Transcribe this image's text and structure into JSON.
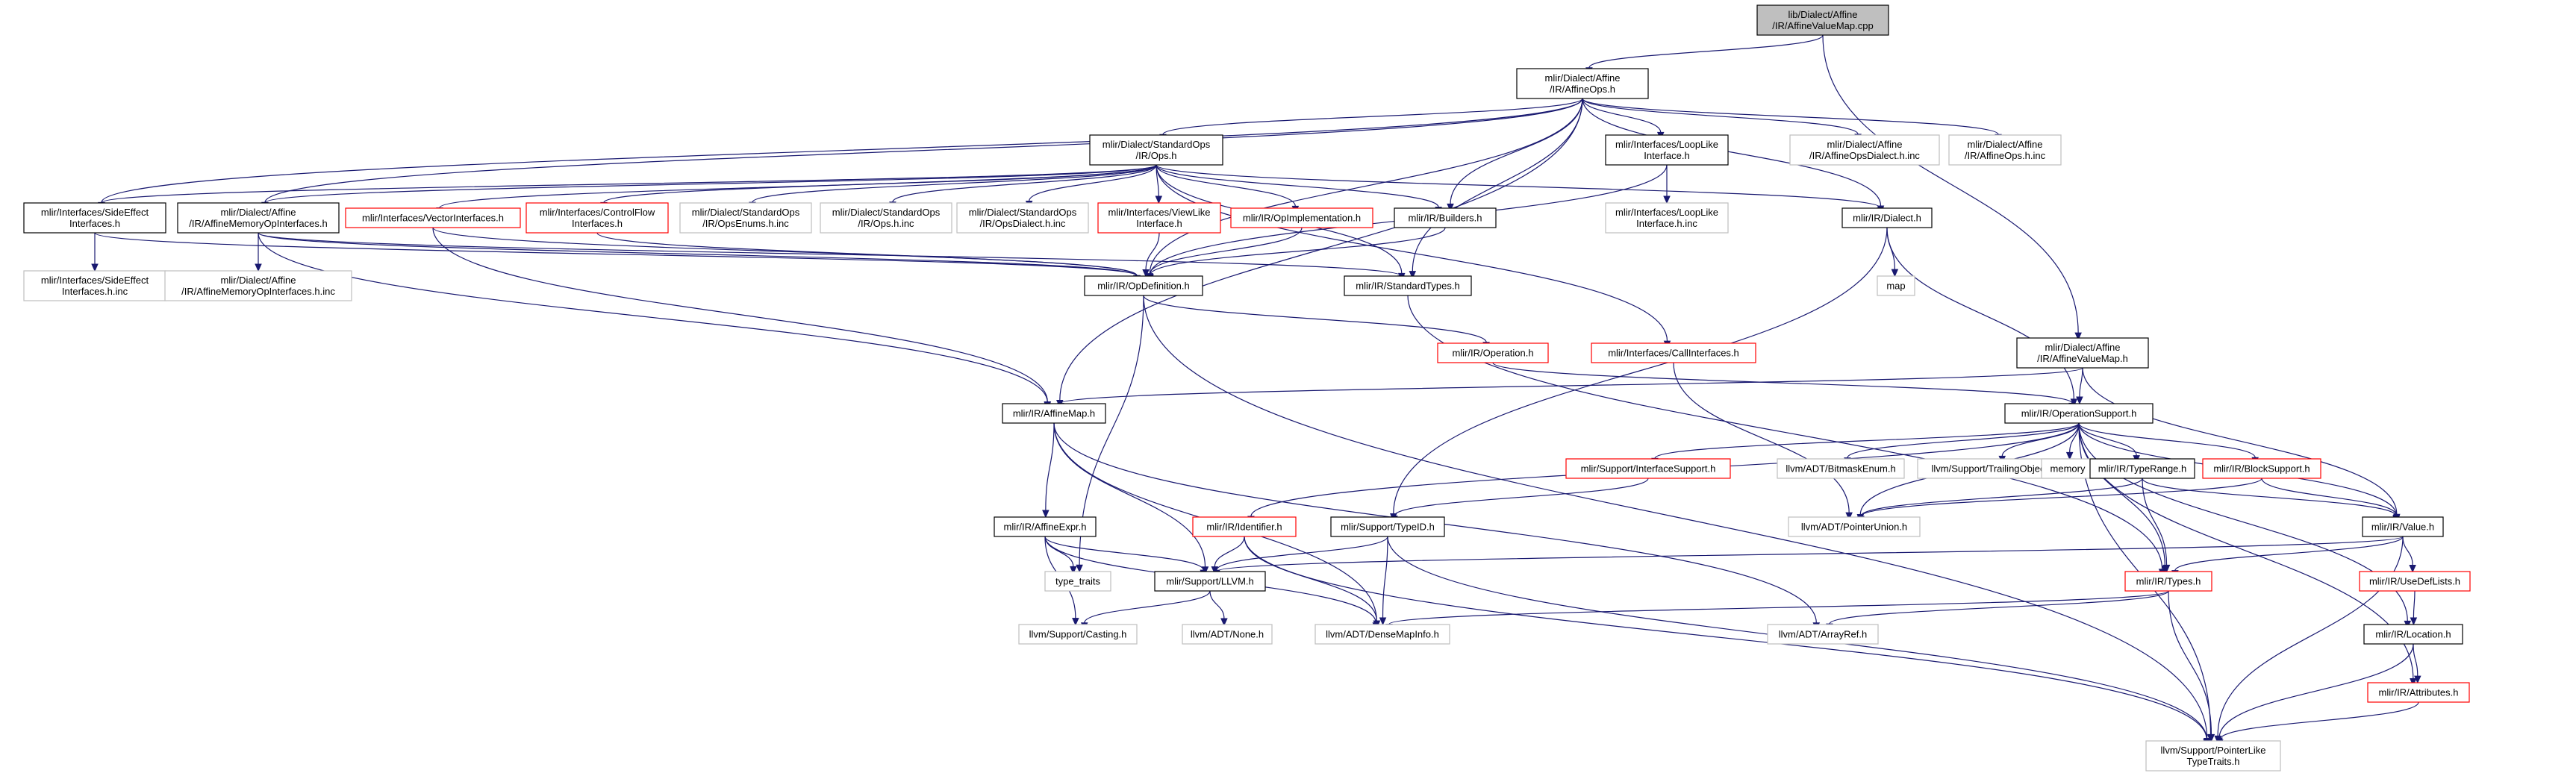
{
  "graph": {
    "style": {
      "edge_color": "#191970",
      "root_fill": "#bfbfbf",
      "default_border": "#000000",
      "truncated_border": "#ff0000",
      "missing_border": "#bfbfbf"
    },
    "nodes": [
      {
        "id": "root",
        "lines": [
          "lib/Dialect/Affine",
          "/IR/AffineValueMap.cpp"
        ],
        "kind": "root"
      },
      {
        "id": "affineops",
        "lines": [
          "mlir/Dialect/Affine",
          "/IR/AffineOps.h"
        ],
        "kind": "normal"
      },
      {
        "id": "stdops",
        "lines": [
          "mlir/Dialect/StandardOps",
          "/IR/Ops.h"
        ],
        "kind": "normal"
      },
      {
        "id": "looplike",
        "lines": [
          "mlir/Interfaces/LoopLike",
          "Interface.h"
        ],
        "kind": "normal"
      },
      {
        "id": "affineopsdialectinc",
        "lines": [
          "mlir/Dialect/Affine",
          "/IR/AffineOpsDialect.h.inc"
        ],
        "kind": "missing"
      },
      {
        "id": "affineopshinc",
        "lines": [
          "mlir/Dialect/Affine",
          "/IR/AffineOps.h.inc"
        ],
        "kind": "missing"
      },
      {
        "id": "sideeffect",
        "lines": [
          "mlir/Interfaces/SideEffect",
          "Interfaces.h"
        ],
        "kind": "normal"
      },
      {
        "id": "affinememop",
        "lines": [
          "mlir/Dialect/Affine",
          "/IR/AffineMemoryOpInterfaces.h"
        ],
        "kind": "normal"
      },
      {
        "id": "vectorif",
        "lines": [
          "mlir/Interfaces/VectorInterfaces.h"
        ],
        "kind": "truncated"
      },
      {
        "id": "controlflow",
        "lines": [
          "mlir/Interfaces/ControlFlow",
          "Interfaces.h"
        ],
        "kind": "truncated"
      },
      {
        "id": "opsenumsinc",
        "lines": [
          "mlir/Dialect/StandardOps",
          "/IR/OpsEnums.h.inc"
        ],
        "kind": "missing"
      },
      {
        "id": "opshinc",
        "lines": [
          "mlir/Dialect/StandardOps",
          "/IR/Ops.h.inc"
        ],
        "kind": "missing"
      },
      {
        "id": "opsdialectinc",
        "lines": [
          "mlir/Dialect/StandardOps",
          "/IR/OpsDialect.h.inc"
        ],
        "kind": "missing"
      },
      {
        "id": "viewlike",
        "lines": [
          "mlir/Interfaces/ViewLike",
          "Interface.h"
        ],
        "kind": "truncated"
      },
      {
        "id": "opimpl",
        "lines": [
          "mlir/IR/OpImplementation.h"
        ],
        "kind": "truncated"
      },
      {
        "id": "builders",
        "lines": [
          "mlir/IR/Builders.h"
        ],
        "kind": "normal"
      },
      {
        "id": "looplikeinc",
        "lines": [
          "mlir/Interfaces/LoopLike",
          "Interface.h.inc"
        ],
        "kind": "missing"
      },
      {
        "id": "dialect",
        "lines": [
          "mlir/IR/Dialect.h"
        ],
        "kind": "normal"
      },
      {
        "id": "sideeffectinc",
        "lines": [
          "mlir/Interfaces/SideEffect",
          "Interfaces.h.inc"
        ],
        "kind": "missing"
      },
      {
        "id": "affinememopinc",
        "lines": [
          "mlir/Dialect/Affine",
          "/IR/AffineMemoryOpInterfaces.h.inc"
        ],
        "kind": "missing"
      },
      {
        "id": "opdef",
        "lines": [
          "mlir/IR/OpDefinition.h"
        ],
        "kind": "normal"
      },
      {
        "id": "stdtypes",
        "lines": [
          "mlir/IR/StandardTypes.h"
        ],
        "kind": "normal"
      },
      {
        "id": "map",
        "lines": [
          "map"
        ],
        "kind": "missing"
      },
      {
        "id": "operation",
        "lines": [
          "mlir/IR/Operation.h"
        ],
        "kind": "truncated"
      },
      {
        "id": "callif",
        "lines": [
          "mlir/Interfaces/CallInterfaces.h"
        ],
        "kind": "truncated"
      },
      {
        "id": "affinevaluemap",
        "lines": [
          "mlir/Dialect/Affine",
          "/IR/AffineValueMap.h"
        ],
        "kind": "normal"
      },
      {
        "id": "affinemap",
        "lines": [
          "mlir/IR/AffineMap.h"
        ],
        "kind": "normal"
      },
      {
        "id": "opsupport",
        "lines": [
          "mlir/IR/OperationSupport.h"
        ],
        "kind": "normal"
      },
      {
        "id": "ifsupport",
        "lines": [
          "mlir/Support/InterfaceSupport.h"
        ],
        "kind": "truncated"
      },
      {
        "id": "bitmask",
        "lines": [
          "llvm/ADT/BitmaskEnum.h"
        ],
        "kind": "missing"
      },
      {
        "id": "trailing",
        "lines": [
          "llvm/Support/TrailingObjects.h"
        ],
        "kind": "missing"
      },
      {
        "id": "memory",
        "lines": [
          "memory"
        ],
        "kind": "missing"
      },
      {
        "id": "typerange",
        "lines": [
          "mlir/IR/TypeRange.h"
        ],
        "kind": "normal"
      },
      {
        "id": "blocksupport",
        "lines": [
          "mlir/IR/BlockSupport.h"
        ],
        "kind": "truncated"
      },
      {
        "id": "affineexpr",
        "lines": [
          "mlir/IR/AffineExpr.h"
        ],
        "kind": "normal"
      },
      {
        "id": "identifier",
        "lines": [
          "mlir/IR/Identifier.h"
        ],
        "kind": "truncated"
      },
      {
        "id": "typeid",
        "lines": [
          "mlir/Support/TypeID.h"
        ],
        "kind": "normal"
      },
      {
        "id": "pointerunion",
        "lines": [
          "llvm/ADT/PointerUnion.h"
        ],
        "kind": "missing"
      },
      {
        "id": "value",
        "lines": [
          "mlir/IR/Value.h"
        ],
        "kind": "normal"
      },
      {
        "id": "typetraits",
        "lines": [
          "type_traits"
        ],
        "kind": "missing"
      },
      {
        "id": "llvmh",
        "lines": [
          "mlir/Support/LLVM.h"
        ],
        "kind": "normal"
      },
      {
        "id": "types",
        "lines": [
          "mlir/IR/Types.h"
        ],
        "kind": "truncated"
      },
      {
        "id": "usedeflists",
        "lines": [
          "mlir/IR/UseDefLists.h"
        ],
        "kind": "truncated"
      },
      {
        "id": "casting",
        "lines": [
          "llvm/Support/Casting.h"
        ],
        "kind": "missing"
      },
      {
        "id": "none",
        "lines": [
          "llvm/ADT/None.h"
        ],
        "kind": "missing"
      },
      {
        "id": "densemapinfo",
        "lines": [
          "llvm/ADT/DenseMapInfo.h"
        ],
        "kind": "missing"
      },
      {
        "id": "arrayref",
        "lines": [
          "llvm/ADT/ArrayRef.h"
        ],
        "kind": "missing"
      },
      {
        "id": "location",
        "lines": [
          "mlir/IR/Location.h"
        ],
        "kind": "normal"
      },
      {
        "id": "attributes",
        "lines": [
          "mlir/IR/Attributes.h"
        ],
        "kind": "truncated"
      },
      {
        "id": "ptrliketypetraits",
        "lines": [
          "llvm/Support/PointerLike",
          "TypeTraits.h"
        ],
        "kind": "missing"
      }
    ],
    "edges": [
      [
        "root",
        "affineops"
      ],
      [
        "root",
        "affinevaluemap"
      ],
      [
        "affineops",
        "stdops"
      ],
      [
        "affineops",
        "looplike"
      ],
      [
        "affineops",
        "affineopsdialectinc"
      ],
      [
        "affineops",
        "affineopshinc"
      ],
      [
        "affineops",
        "sideeffect"
      ],
      [
        "affineops",
        "affinememop"
      ],
      [
        "affineops",
        "affinemap"
      ],
      [
        "affineops",
        "builders"
      ],
      [
        "affineops",
        "dialect"
      ],
      [
        "affineops",
        "opdef"
      ],
      [
        "affineops",
        "stdtypes"
      ],
      [
        "stdops",
        "sideeffect"
      ],
      [
        "stdops",
        "affinememop"
      ],
      [
        "stdops",
        "vectorif"
      ],
      [
        "stdops",
        "controlflow"
      ],
      [
        "stdops",
        "opsenumsinc"
      ],
      [
        "stdops",
        "opshinc"
      ],
      [
        "stdops",
        "opsdialectinc"
      ],
      [
        "stdops",
        "viewlike"
      ],
      [
        "stdops",
        "opimpl"
      ],
      [
        "stdops",
        "builders"
      ],
      [
        "stdops",
        "dialect"
      ],
      [
        "stdops",
        "stdtypes"
      ],
      [
        "stdops",
        "callif"
      ],
      [
        "looplike",
        "looplikeinc"
      ],
      [
        "looplike",
        "opdef"
      ],
      [
        "sideeffect",
        "sideeffectinc"
      ],
      [
        "sideeffect",
        "opdef"
      ],
      [
        "affinememop",
        "affinememopinc"
      ],
      [
        "affinememop",
        "opdef"
      ],
      [
        "affinememop",
        "affinemap"
      ],
      [
        "affinememop",
        "stdtypes"
      ],
      [
        "vectorif",
        "opdef"
      ],
      [
        "vectorif",
        "affinemap"
      ],
      [
        "controlflow",
        "opdef"
      ],
      [
        "viewlike",
        "opdef"
      ],
      [
        "opimpl",
        "opdef"
      ],
      [
        "builders",
        "opdef"
      ],
      [
        "dialect",
        "map"
      ],
      [
        "dialect",
        "opsupport"
      ],
      [
        "dialect",
        "typeid"
      ],
      [
        "opdef",
        "operation"
      ],
      [
        "opdef",
        "typetraits"
      ],
      [
        "opdef",
        "ptrliketypetraits"
      ],
      [
        "stdtypes",
        "types"
      ],
      [
        "operation",
        "opsupport"
      ],
      [
        "callif",
        "pointerunion"
      ],
      [
        "affinevaluemap",
        "affinemap"
      ],
      [
        "affinevaluemap",
        "opsupport"
      ],
      [
        "affinevaluemap",
        "value"
      ],
      [
        "affinemap",
        "affineexpr"
      ],
      [
        "affinemap",
        "llvmh"
      ],
      [
        "affinemap",
        "densemapinfo"
      ],
      [
        "affinemap",
        "arrayref"
      ],
      [
        "opsupport",
        "identifier"
      ],
      [
        "opsupport",
        "ifsupport"
      ],
      [
        "opsupport",
        "bitmask"
      ],
      [
        "opsupport",
        "trailing"
      ],
      [
        "opsupport",
        "memory"
      ],
      [
        "opsupport",
        "typerange"
      ],
      [
        "opsupport",
        "blocksupport"
      ],
      [
        "opsupport",
        "value"
      ],
      [
        "opsupport",
        "pointerunion"
      ],
      [
        "opsupport",
        "types"
      ],
      [
        "opsupport",
        "location"
      ],
      [
        "opsupport",
        "attributes"
      ],
      [
        "opsupport",
        "ptrliketypetraits"
      ],
      [
        "ifsupport",
        "typeid"
      ],
      [
        "typerange",
        "value"
      ],
      [
        "typerange",
        "types"
      ],
      [
        "typerange",
        "pointerunion"
      ],
      [
        "blocksupport",
        "value"
      ],
      [
        "blocksupport",
        "pointerunion"
      ],
      [
        "affineexpr",
        "llvmh"
      ],
      [
        "affineexpr",
        "typetraits"
      ],
      [
        "affineexpr",
        "casting"
      ],
      [
        "affineexpr",
        "densemapinfo"
      ],
      [
        "identifier",
        "llvmh"
      ],
      [
        "identifier",
        "densemapinfo"
      ],
      [
        "identifier",
        "ptrliketypetraits"
      ],
      [
        "typeid",
        "llvmh"
      ],
      [
        "typeid",
        "densemapinfo"
      ],
      [
        "typeid",
        "ptrliketypetraits"
      ],
      [
        "value",
        "types"
      ],
      [
        "value",
        "usedeflists"
      ],
      [
        "value",
        "llvmh"
      ],
      [
        "value",
        "ptrliketypetraits"
      ],
      [
        "llvmh",
        "casting"
      ],
      [
        "llvmh",
        "none"
      ],
      [
        "types",
        "densemapinfo"
      ],
      [
        "types",
        "arrayref"
      ],
      [
        "types",
        "ptrliketypetraits"
      ],
      [
        "usedeflists",
        "location"
      ],
      [
        "location",
        "attributes"
      ],
      [
        "location",
        "ptrliketypetraits"
      ],
      [
        "attributes",
        "ptrliketypetraits"
      ]
    ]
  }
}
